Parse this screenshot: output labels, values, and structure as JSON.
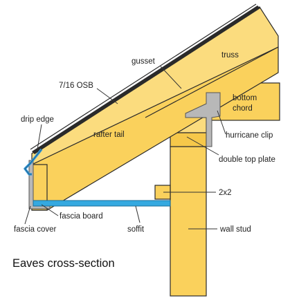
{
  "caption": "Eaves cross-section",
  "colors": {
    "wood": "#FAD15C",
    "wood_light": "#FBDC7E",
    "wood_mid": "#F6C84A",
    "steel": "#B8B8B8",
    "soffit": "#35A9E0",
    "drip_edge": "#3A9BD8",
    "outline": "#2A2A2A"
  },
  "labels": {
    "truss": "truss",
    "gusset": "gusset",
    "osb": "7/16 OSB",
    "bottom_chord": "bottom chord",
    "drip_edge": "drip edge",
    "rafter_tail": "rafter tail",
    "hurricane_clip": "hurricane clip",
    "double_top_plate": "double top plate",
    "two_by_two": "2x2",
    "fascia_board": "fascia board",
    "fascia_cover": "fascia cover",
    "soffit": "soffit",
    "wall_stud": "wall stud"
  }
}
